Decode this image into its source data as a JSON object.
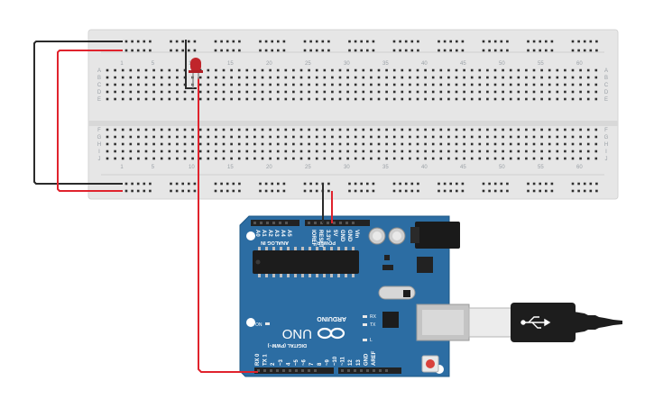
{
  "breadboard": {
    "column_numbers": [
      "1",
      "5",
      "10",
      "15",
      "20",
      "25",
      "30",
      "35",
      "40",
      "45",
      "50",
      "55",
      "60"
    ],
    "row_letters_top": [
      "A",
      "B",
      "C",
      "D",
      "E"
    ],
    "row_letters_bottom": [
      "F",
      "G",
      "H",
      "I",
      "J"
    ]
  },
  "arduino": {
    "brand": "ARDUINO",
    "model": "UNO",
    "on_label": "ON",
    "digital_label": "DIGITAL (PWM~)",
    "analog_label": "ANALOG IN",
    "power_label": "POWER",
    "tx_label": "TX",
    "rx_label": "RX",
    "l_label": "L",
    "analog_pins": [
      "A0",
      "A1",
      "A2",
      "A3",
      "A4",
      "A5"
    ],
    "power_pins": [
      "IOREF",
      "RESET",
      "3.3V",
      "5V",
      "GND",
      "GND",
      "Vin"
    ],
    "digital_pins": [
      "RX 0",
      "TX 1",
      "2",
      "~3",
      "4",
      "~5",
      "~6",
      "7",
      "8",
      "~9",
      "~10",
      "~11",
      "12",
      "13",
      "GND",
      "AREF"
    ]
  },
  "colors": {
    "breadboard": "#e6e6e6",
    "board": "#2c6da3",
    "wire_red": "#e0232d",
    "wire_black": "#2a2a2a",
    "led": "#c0252b"
  }
}
